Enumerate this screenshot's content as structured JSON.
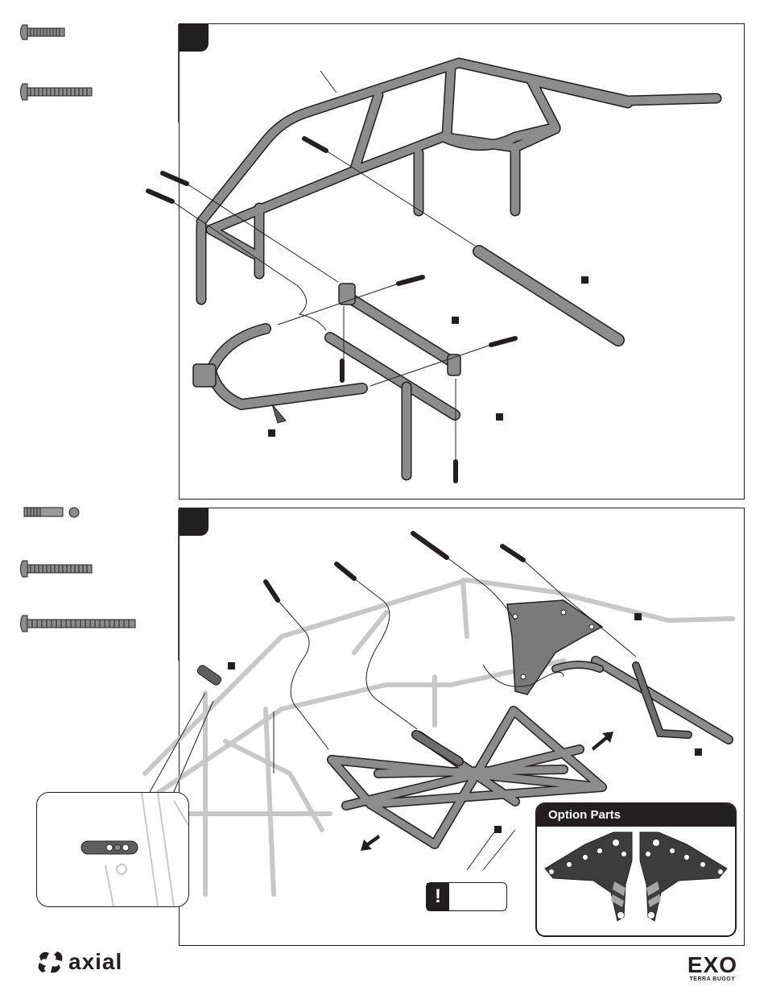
{
  "colors": {
    "ink": "#231f20",
    "tube": "#8c8c8c",
    "tube_dark": "#5e5e5e",
    "ghost": "#c8c8c8"
  },
  "option_parts": {
    "title": "Option Parts"
  },
  "notice": {
    "icon": "!"
  },
  "footer": {
    "brand_logo": "axial",
    "product_logo": "EXO",
    "product_subtitle": "TERRA BUGGY"
  }
}
